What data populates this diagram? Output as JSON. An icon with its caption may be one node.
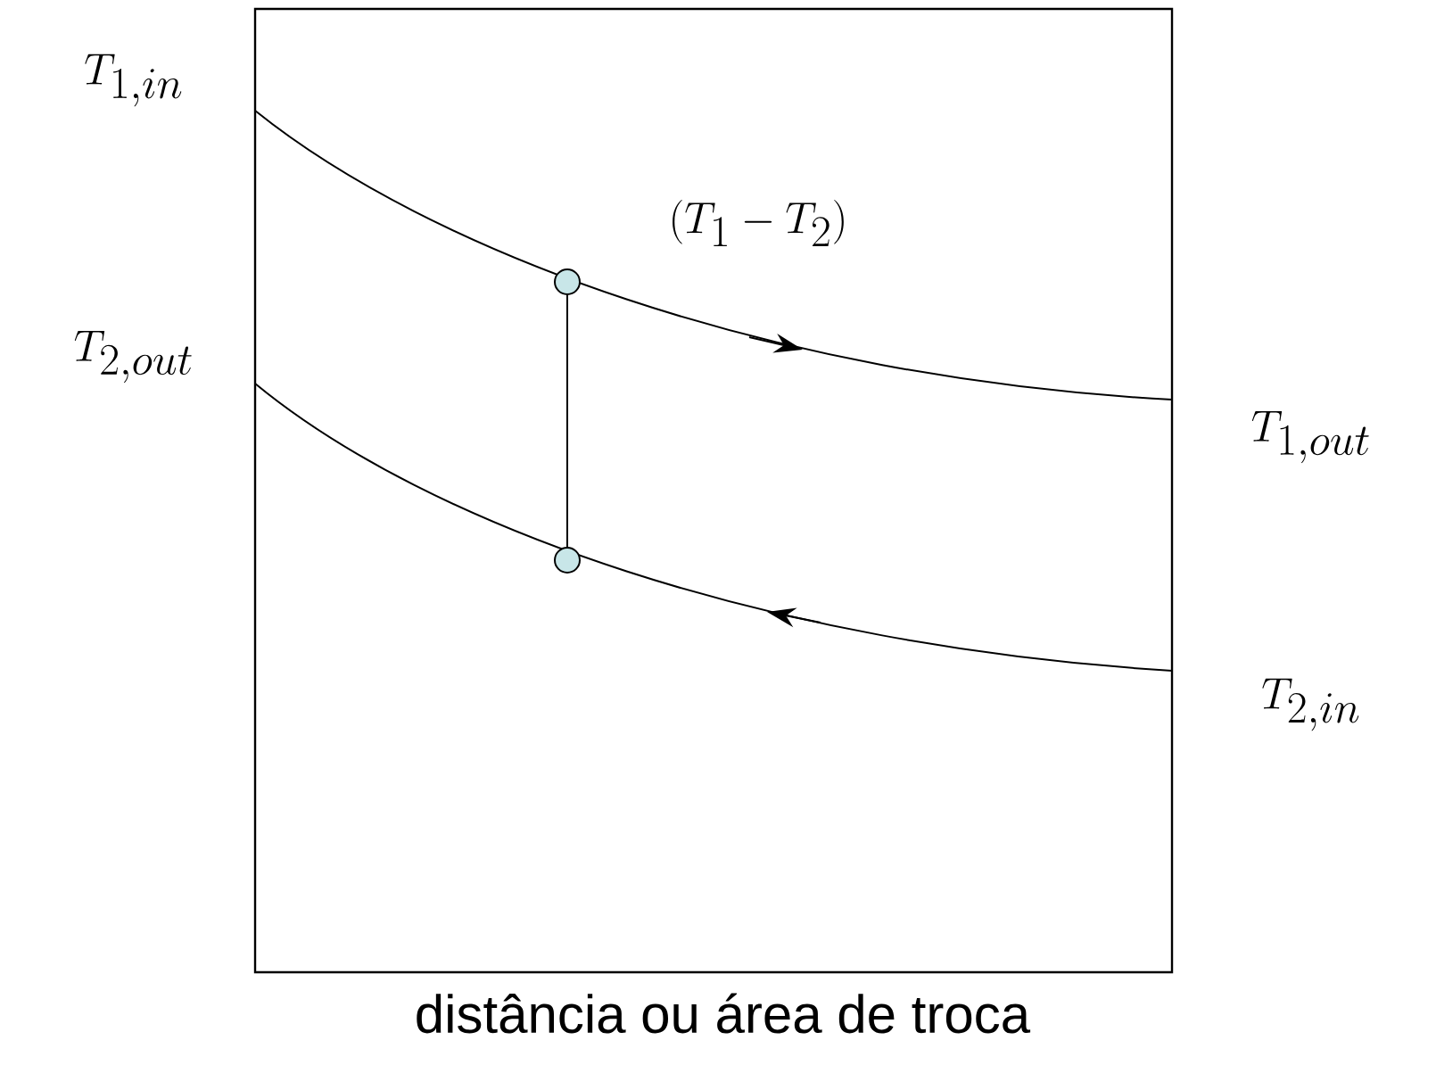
{
  "diagram": {
    "nodes": [
      {
        "text": [],
        "shape": "circle"
      },
      {
        "text": [],
        "shape": "circle"
      }
    ],
    "edges": [
      {
        "from": 0,
        "to": 1,
        "arrow": "none"
      }
    ],
    "labels": [
      "T_{1,in}",
      "(T_1 - T_2)",
      "T_{2,out}",
      "T_{1,out}",
      "T_{2,in}",
      "distância ou área de troca"
    ]
  }
}
